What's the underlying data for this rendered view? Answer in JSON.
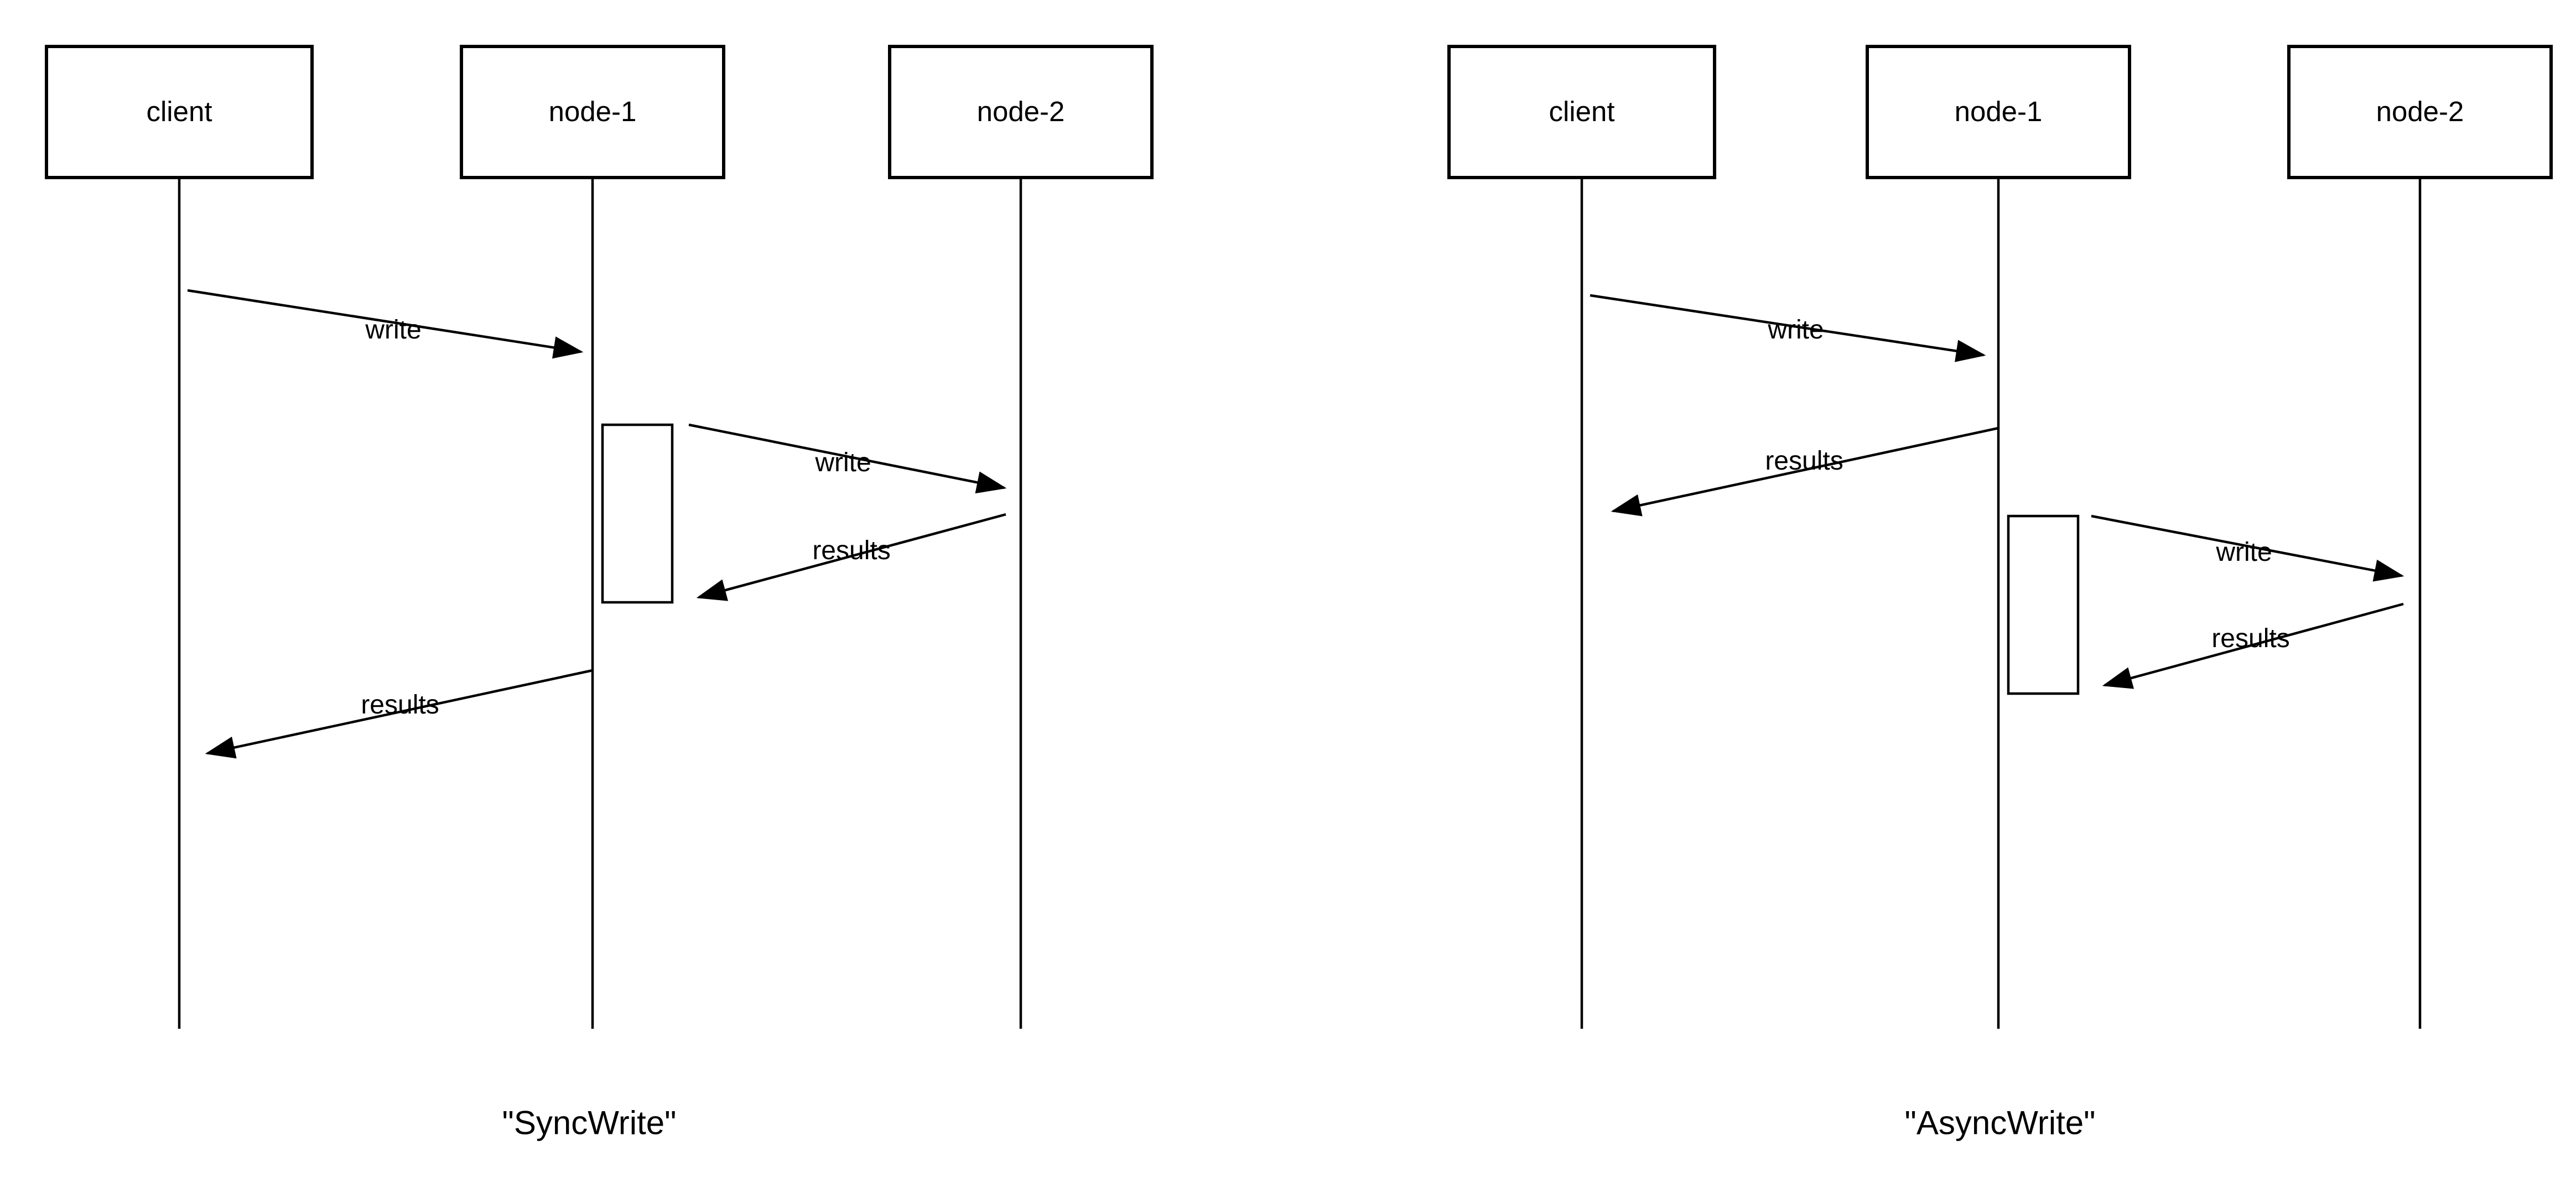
{
  "colors": {
    "line": "#000000",
    "background": "#ffffff"
  },
  "diagrams": [
    {
      "caption": "\"SyncWrite\"",
      "actors": [
        {
          "label": "client"
        },
        {
          "label": "node-1"
        },
        {
          "label": "node-2"
        }
      ],
      "messages": [
        {
          "label": "write",
          "from": "client",
          "to": "node-1"
        },
        {
          "label": "write",
          "from": "node-1",
          "to": "node-2"
        },
        {
          "label": "results",
          "from": "node-2",
          "to": "node-1"
        },
        {
          "label": "results",
          "from": "node-1",
          "to": "client"
        }
      ]
    },
    {
      "caption": "\"AsyncWrite\"",
      "actors": [
        {
          "label": "client"
        },
        {
          "label": "node-1"
        },
        {
          "label": "node-2"
        }
      ],
      "messages": [
        {
          "label": "write",
          "from": "client",
          "to": "node-1"
        },
        {
          "label": "results",
          "from": "node-1",
          "to": "client"
        },
        {
          "label": "write",
          "from": "node-1",
          "to": "node-2"
        },
        {
          "label": "results",
          "from": "node-2",
          "to": "node-1"
        }
      ]
    }
  ]
}
